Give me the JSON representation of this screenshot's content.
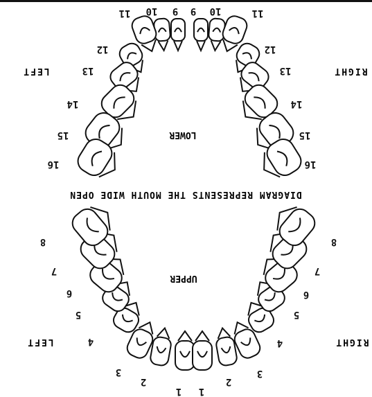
{
  "diagram": {
    "upper_label": "UPPER",
    "lower_label": "LOWER",
    "side_left": "LEFT",
    "side_right": "RIGHT",
    "caption": "DIAGRAM REPRESENTS THE MOUTH WIDE OPEN"
  },
  "upper_numbers_left": [
    "1",
    "2",
    "3",
    "4",
    "5",
    "6",
    "7",
    "8"
  ],
  "upper_numbers_right": [
    "1",
    "2",
    "3",
    "4",
    "5",
    "6",
    "7",
    "8"
  ],
  "lower_numbers_left": [
    "9",
    "10",
    "11",
    "12",
    "13",
    "14",
    "15",
    "16"
  ],
  "lower_numbers_right": [
    "9",
    "10",
    "11",
    "12",
    "13",
    "14",
    "15",
    "16"
  ]
}
